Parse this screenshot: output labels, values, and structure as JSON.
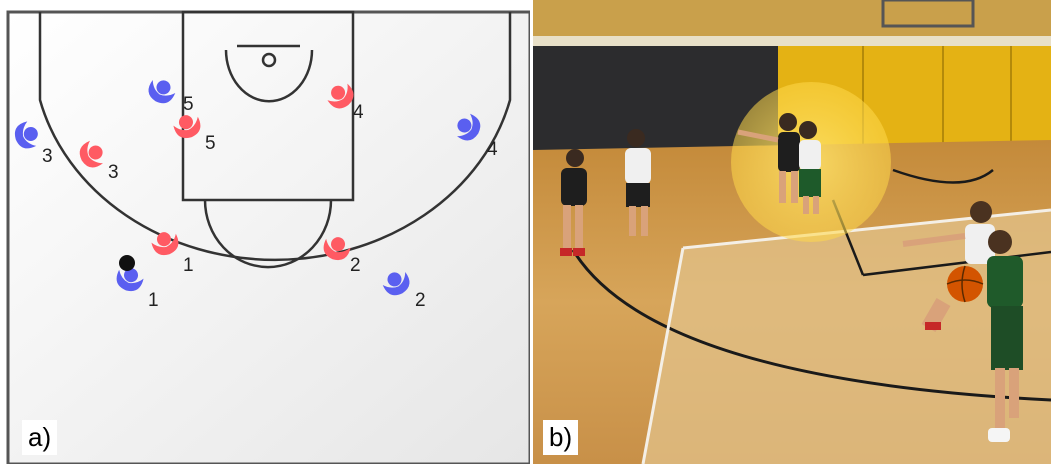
{
  "panels": [
    {
      "label": "a)",
      "offense_team_color": "#5a5ff0",
      "defense_team_color": "#ff5a63",
      "offense_numbers": [
        "1",
        "2",
        "3",
        "4",
        "5"
      ],
      "defense_numbers": [
        "1",
        "2",
        "3",
        "4",
        "5"
      ]
    },
    {
      "label": "b)"
    }
  ]
}
